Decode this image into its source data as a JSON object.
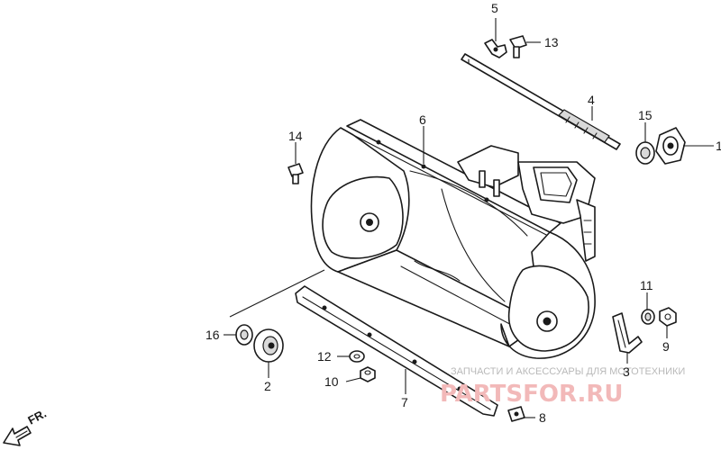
{
  "callouts": {
    "c1": "1",
    "c2": "2",
    "c3": "3",
    "c4": "4",
    "c5": "5",
    "c6": "6",
    "c7": "7",
    "c8": "8",
    "c9": "9",
    "c10": "10",
    "c11": "11",
    "c12": "12",
    "c13": "13",
    "c14": "14",
    "c15": "15",
    "c16": "16"
  },
  "direction_label": "FR.",
  "watermark": {
    "line": "ЗАПЧАСТИ И АКСЕССУАРЫ ДЛЯ МОТОТЕХНИКИ",
    "logo": "PARTSFOR.RU"
  },
  "colors": {
    "ink": "#1a1a1a",
    "watermark_text": "#b9b9b9",
    "watermark_logo": "#f2b9b9"
  }
}
